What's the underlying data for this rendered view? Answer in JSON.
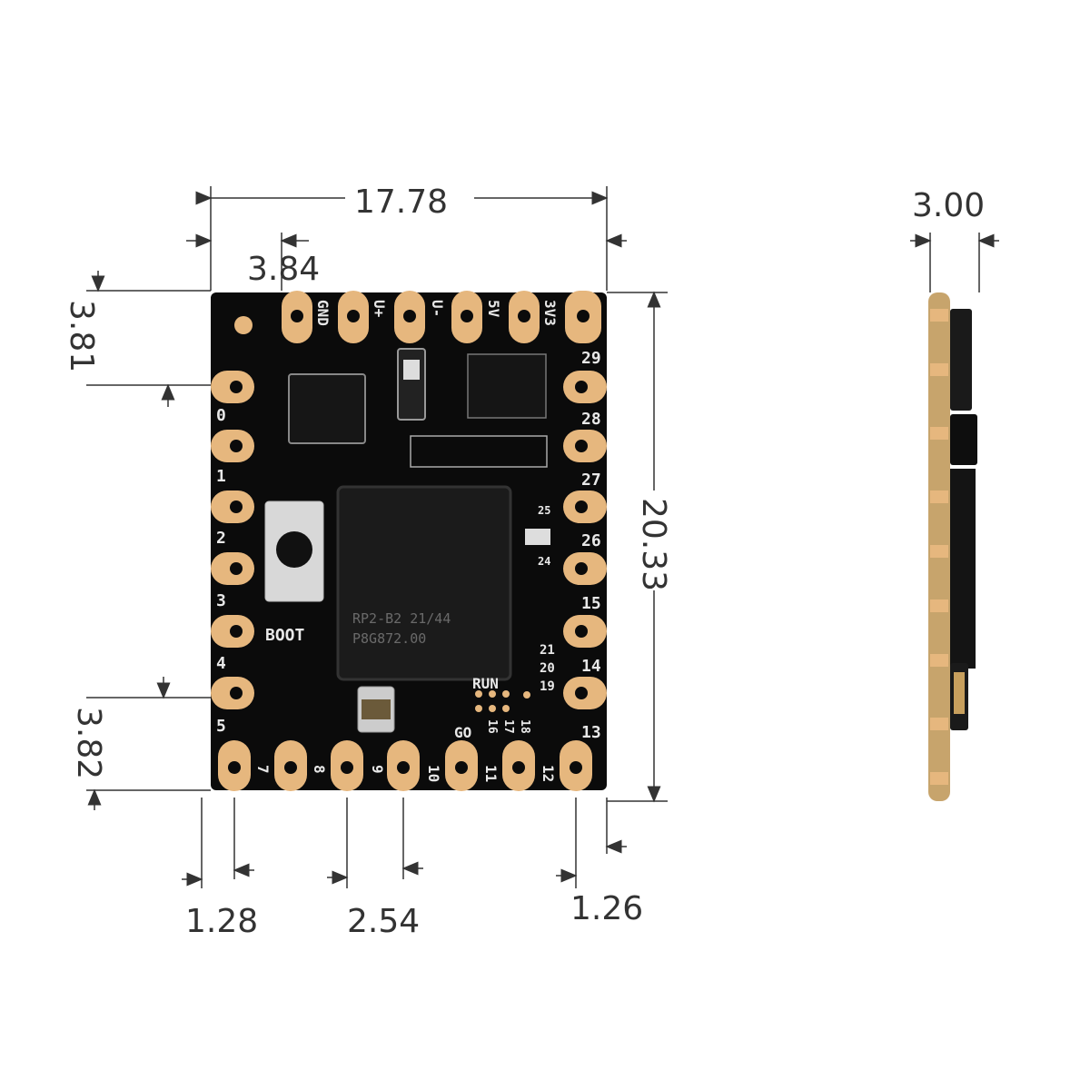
{
  "dimensions": {
    "width": "17.78",
    "height": "20.33",
    "thickness": "3.00",
    "top_offset": "3.84",
    "left_offset_top": "3.81",
    "left_offset_bottom": "3.82",
    "bottom_left": "1.28",
    "pitch": "2.54",
    "bottom_right": "1.26"
  },
  "top_pins": [
    "GND",
    "U+",
    "U-",
    "5V",
    "3V3"
  ],
  "left_pins": [
    "0",
    "1",
    "2",
    "3",
    "4",
    "5"
  ],
  "right_pins": [
    "29",
    "28",
    "27",
    "26",
    "15",
    "14",
    "13"
  ],
  "bottom_pins": [
    "7",
    "8",
    "9",
    "10",
    "11",
    "12"
  ],
  "board_labels": {
    "boot": "BOOT",
    "run": "RUN",
    "chip_line1": "RP2-B2 21/44",
    "chip_line2": "P8G872.00",
    "pads_col": [
      "21",
      "20",
      "19"
    ],
    "pads_row": [
      "GO",
      "16",
      "17",
      "18"
    ],
    "side_misc": [
      "25",
      "24"
    ]
  },
  "colors": {
    "board": "#0b0b0b",
    "gold": "#e6b77e",
    "dimension": "#333333"
  }
}
